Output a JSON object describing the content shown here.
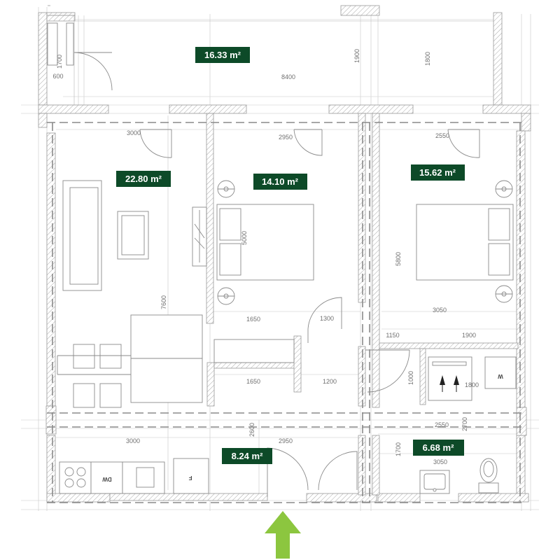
{
  "areas": {
    "balcony": "16.33 m²",
    "living": "22.80 m²",
    "bedroom1": "14.10 m²",
    "bedroom2": "15.62 m²",
    "hall": "8.24 m²",
    "bath": "6.68 m²"
  },
  "dimensions": {
    "balcony_width": "8400",
    "balcony_depth_left": "1700",
    "balcony_depth_mid": "1900",
    "balcony_depth_right": "1800",
    "balcony_small": "600",
    "living_width": "3000",
    "bed1_width": "2950",
    "bed2_width": "2550",
    "bed1_depth": "5000",
    "living_depth": "7600",
    "bed2_depth": "5800",
    "bed2_inner_width": "3050",
    "bed1_closet_a": "1650",
    "bed1_closet_b": "1300",
    "bed1_closet_c": "1650",
    "bed1_closet_d": "1200",
    "wc_a": "1150",
    "wc_b": "1900",
    "wc_c": "1000",
    "wc_d": "1800",
    "hall_depth": "2600",
    "kitchen_width": "3000",
    "hall_width": "2950",
    "bath_width": "2550",
    "bath_depth_a": "2700",
    "bath_depth_b": "1700",
    "bath_inner_width": "3050"
  },
  "fixtures": {
    "dishwasher": "DW",
    "fridge": "F",
    "washer": "W"
  },
  "colors": {
    "badge": "#0d4a28",
    "arrow": "#8cc63f"
  }
}
